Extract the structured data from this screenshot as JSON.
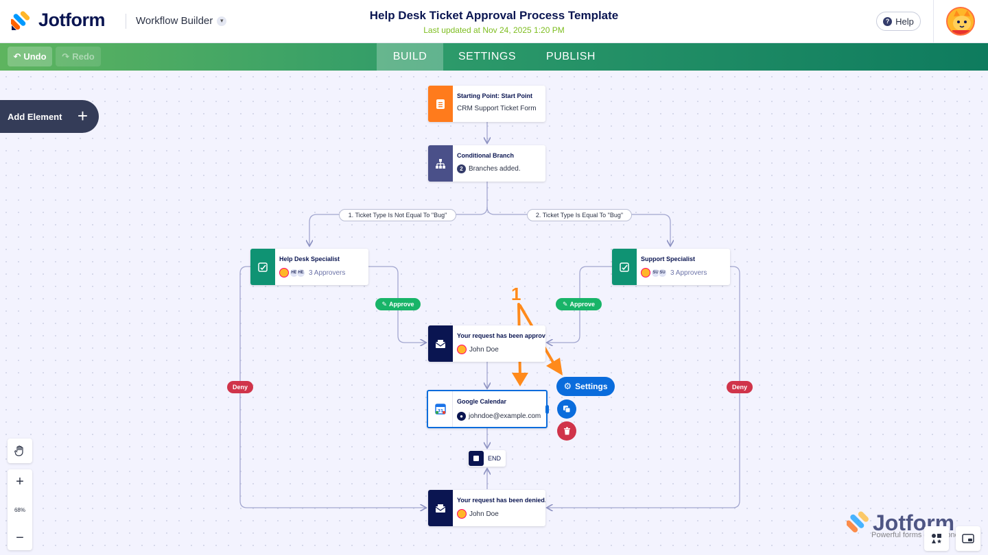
{
  "header": {
    "logo_text": "Jotform",
    "builder_label": "Workflow Builder",
    "title": "Help Desk Ticket Approval Process Template",
    "subtitle": "Last updated at Nov 24, 2025 1:20 PM",
    "help_label": "Help"
  },
  "toolbar": {
    "undo_label": "Undo",
    "redo_label": "Redo",
    "tabs": [
      {
        "label": "BUILD",
        "active": true
      },
      {
        "label": "SETTINGS",
        "active": false
      },
      {
        "label": "PUBLISH",
        "active": false
      }
    ]
  },
  "canvas": {
    "add_element_label": "Add Element",
    "zoom_level": "68%",
    "annotation": "1",
    "watermark_title": "Jotform",
    "watermark_tagline": "Powerful forms get it done."
  },
  "nodes": {
    "start": {
      "title": "Starting Point: Start Point",
      "subtitle": "CRM Support Ticket Form"
    },
    "branch": {
      "title": "Conditional Branch",
      "badge": "2",
      "subtitle": "Branches added."
    },
    "helpdesk": {
      "title": "Help Desk Specialist",
      "chips": [
        "HE",
        "HE"
      ],
      "subtitle": "3 Approvers"
    },
    "support": {
      "title": "Support Specialist",
      "chips": [
        "SU",
        "SU"
      ],
      "subtitle": "3 Approvers"
    },
    "approved_email": {
      "title": "Your request has been approved.",
      "subtitle": "John Doe"
    },
    "gcal": {
      "title": "Google Calendar",
      "subtitle": "johndoe@example.com"
    },
    "denied_email": {
      "title": "Your request has been denied.",
      "subtitle": "John Doe"
    },
    "end": {
      "label": "END"
    }
  },
  "conditions": {
    "left": "1. Ticket Type Is Not Equal To \"Bug\"",
    "right": "2. Ticket Type Is Equal To \"Bug\""
  },
  "edge_labels": {
    "approve": "Approve",
    "deny": "Deny"
  },
  "node_menu": {
    "settings_label": "Settings"
  },
  "colors": {
    "brand_navy": "#0a1551",
    "accent_blue": "#0a6cdc",
    "approve_green": "#18b468",
    "deny_red": "#d0344a",
    "form_orange": "#ff7b1c",
    "approval_teal": "#0f9373",
    "branch_slate": "#4a5089"
  }
}
